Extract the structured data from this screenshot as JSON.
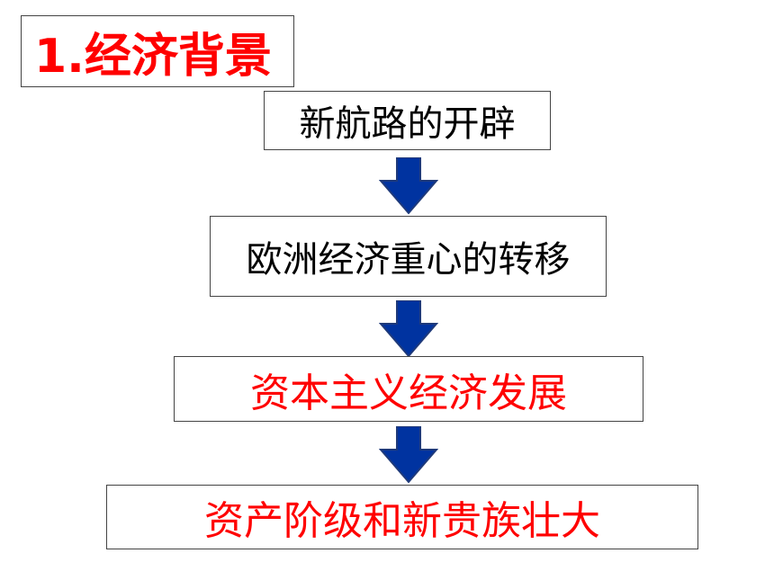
{
  "title": "1.经济背景",
  "flow": {
    "steps": [
      "新航路的开辟",
      "欧洲经济重心的转移",
      "资本主义经济发展",
      "资产阶级和新贵族壮大"
    ]
  },
  "colors": {
    "highlight_text": "#ff0000",
    "normal_text": "#000000",
    "arrow_fill": "#0033a0",
    "arrow_stroke": "#1f3a7a",
    "box_border": "#444444"
  },
  "icons": [
    "down-arrow-icon"
  ]
}
